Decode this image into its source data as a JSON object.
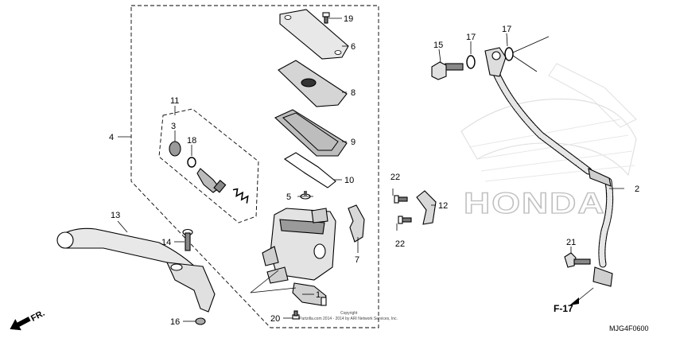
{
  "callouts": {
    "c1": "1",
    "c2": "2",
    "c3": "3",
    "c4": "4",
    "c5": "5",
    "c6": "6",
    "c7": "7",
    "c8": "8",
    "c9": "9",
    "c10": "10",
    "c11": "11",
    "c12": "12",
    "c13": "13",
    "c14": "14",
    "c15": "15",
    "c16": "16",
    "c17a": "17",
    "c17b": "17",
    "c18": "18",
    "c19": "19",
    "c20": "20",
    "c21": "21",
    "c22a": "22",
    "c22b": "22"
  },
  "copyright": "Copyright\n Partzilla.com 2014 - 2014 by ARI Network Services, Inc.",
  "brand_watermark": "HONDA",
  "page_ref": "F-17",
  "direction_label": "FR.",
  "diagram_code": "MJG4F0600"
}
